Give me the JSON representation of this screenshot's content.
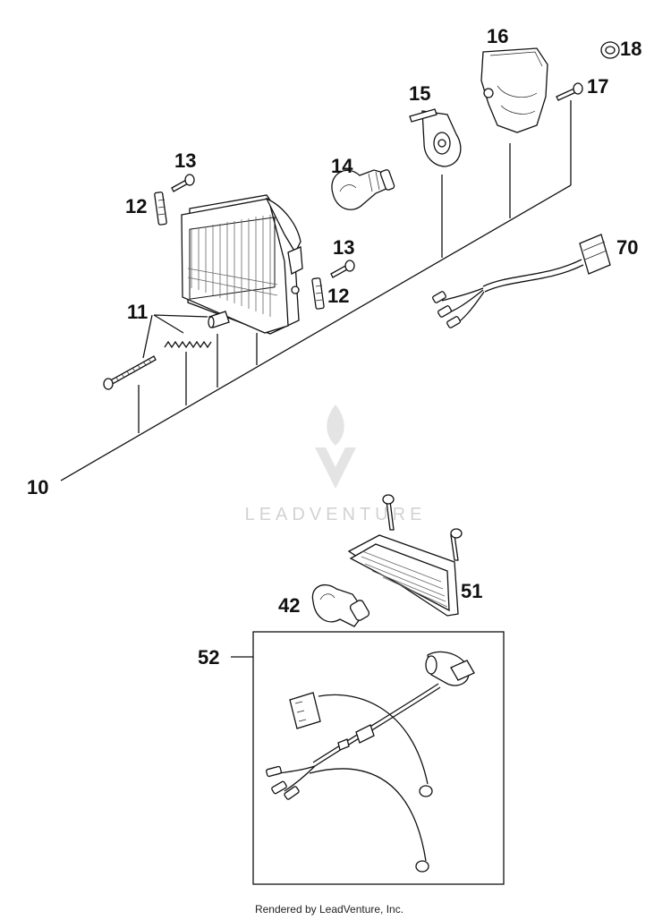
{
  "callouts": {
    "c10": "10",
    "c11": "11",
    "c12a": "12",
    "c12b": "12",
    "c13a": "13",
    "c13b": "13",
    "c14": "14",
    "c15": "15",
    "c16": "16",
    "c17": "17",
    "c18": "18",
    "c70": "70",
    "c42": "42",
    "c51": "51",
    "c52": "52"
  },
  "watermark": "LEADVENTURE",
  "footer": "Rendered by LeadVenture, Inc.",
  "colors": {
    "line": "#111111",
    "watermark": "#d2d2d2",
    "background": "#ffffff"
  }
}
